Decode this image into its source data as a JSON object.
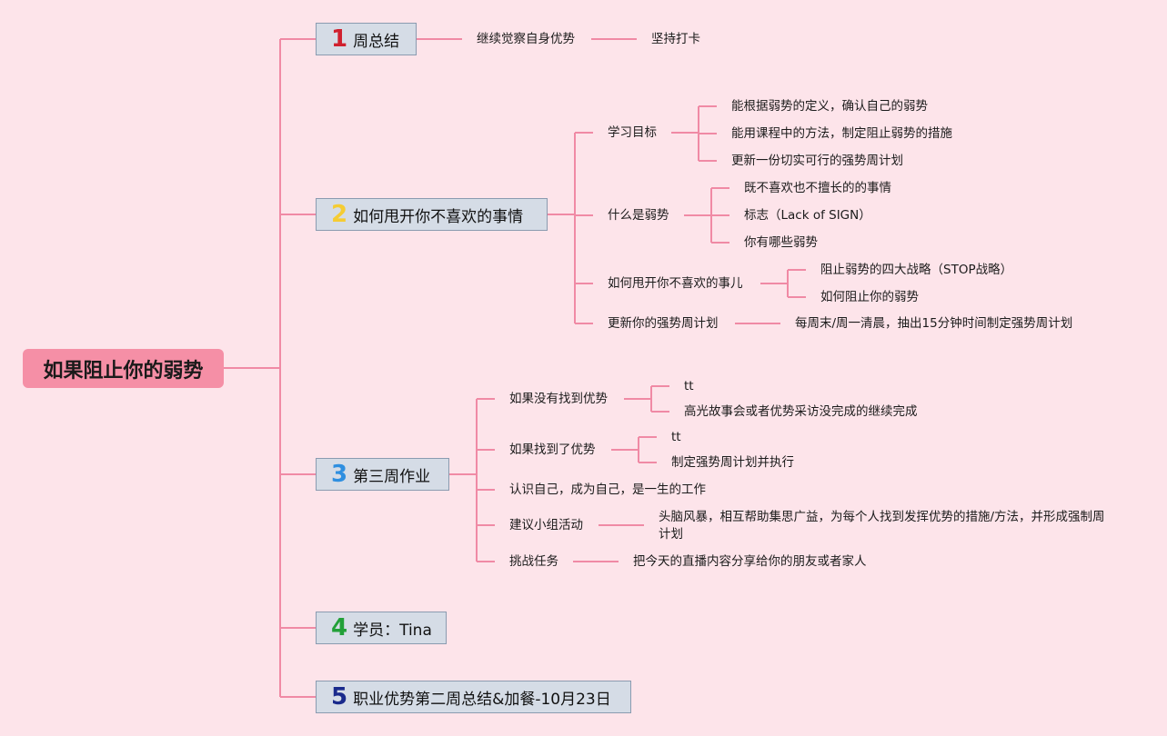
{
  "root": {
    "label": "如果阻止你的弱势"
  },
  "colors": {
    "root_bg": "#f58fa6",
    "line": "#f08aa5",
    "branch_bg": "#d5dce6",
    "background": "#fde4ea"
  },
  "branches": [
    {
      "num": "1",
      "num_color": "#d0202e",
      "label": "周总结",
      "children": [
        {
          "label": "继续觉察自身优势",
          "children": [
            {
              "label": "坚持打卡"
            }
          ]
        }
      ]
    },
    {
      "num": "2",
      "num_color": "#f5cc33",
      "label": "如何甩开你不喜欢的事情",
      "children": [
        {
          "label": "学习目标",
          "children": [
            {
              "label": "能根据弱势的定义，确认自己的弱势"
            },
            {
              "label": "能用课程中的方法，制定阻止弱势的措施"
            },
            {
              "label": "更新一份切实可行的强势周计划"
            }
          ]
        },
        {
          "label": "什么是弱势",
          "children": [
            {
              "label": "既不喜欢也不擅长的的事情"
            },
            {
              "label": "标志（Lack of SIGN）"
            },
            {
              "label": "你有哪些弱势"
            }
          ]
        },
        {
          "label": "如何甩开你不喜欢的事儿",
          "children": [
            {
              "label": "阻止弱势的四大战略（STOP战略）"
            },
            {
              "label": "如何阻止你的弱势"
            }
          ]
        },
        {
          "label": "更新你的强势周计划",
          "children": [
            {
              "label": "每周末/周一清晨，抽出15分钟时间制定强势周计划"
            }
          ]
        }
      ]
    },
    {
      "num": "3",
      "num_color": "#2f8fe0",
      "label": "第三周作业",
      "children": [
        {
          "label": "如果没有找到优势",
          "children": [
            {
              "label": "tt"
            },
            {
              "label": "高光故事会或者优势采访没完成的继续完成"
            }
          ]
        },
        {
          "label": "如果找到了优势",
          "children": [
            {
              "label": "tt"
            },
            {
              "label": "制定强势周计划并执行"
            }
          ]
        },
        {
          "label": "认识自己，成为自己，是一生的工作"
        },
        {
          "label": "建议小组活动",
          "children": [
            {
              "label": "头脑风暴，相互帮助集思广益，为每个人找到发挥优势的措施/方法，并形成强制周计划"
            }
          ]
        },
        {
          "label": "挑战任务",
          "children": [
            {
              "label": "把今天的直播内容分享给你的朋友或者家人"
            }
          ]
        }
      ]
    },
    {
      "num": "4",
      "num_color": "#22a038",
      "label": "学员：Tina"
    },
    {
      "num": "5",
      "num_color": "#1a2a8c",
      "label": "职业优势第二周总结&加餐-10月23日"
    }
  ]
}
